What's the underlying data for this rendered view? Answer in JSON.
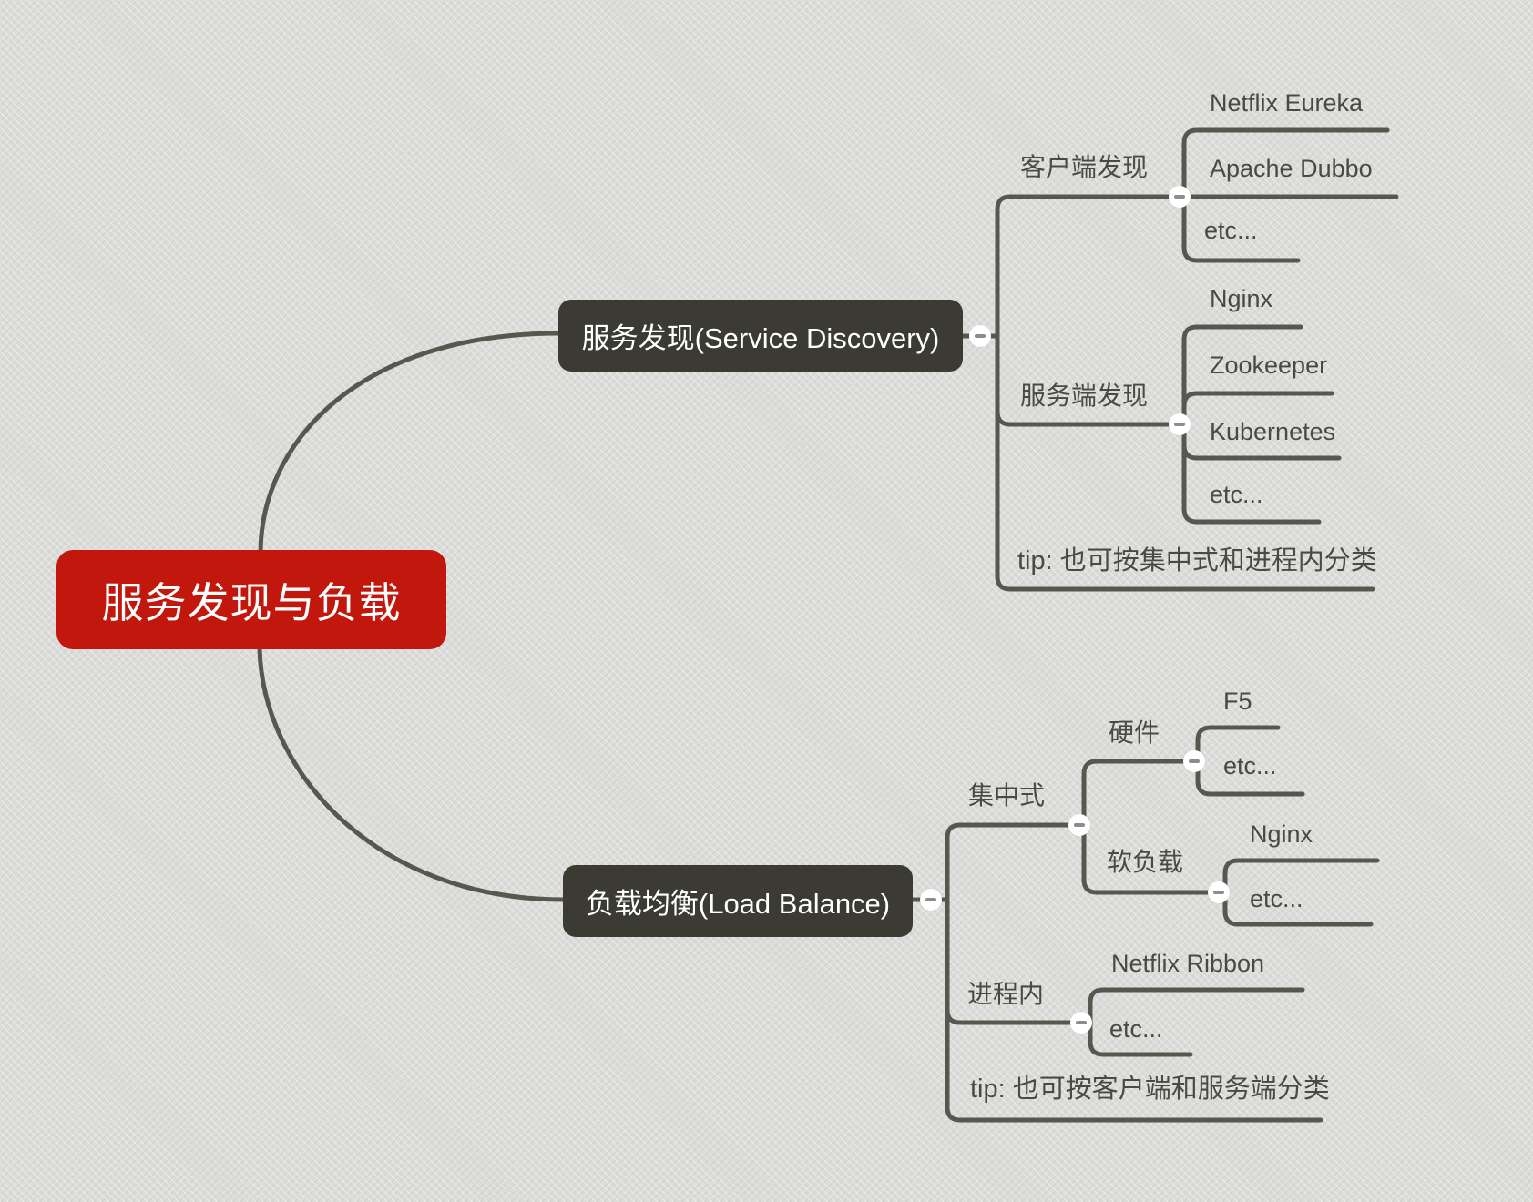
{
  "app": {
    "name": "mind-map-canvas"
  },
  "theme": {
    "background": "#dcdcda",
    "line_color": "#57574f",
    "label_color": "#4a4a44",
    "root_color": "#c2170d",
    "topic_color": "#3b3b34",
    "topic_text_color": "#ffffff",
    "collapse_icon_color": "#8d8d88"
  },
  "icons": {
    "collapse": "minus"
  },
  "root": {
    "label": "服务发现与负载"
  },
  "branches": [
    {
      "label": "服务发现(Service Discovery)",
      "children": [
        {
          "label": "客户端发现",
          "children": [
            {
              "label": "Netflix Eureka"
            },
            {
              "label": "Apache Dubbo"
            },
            {
              "label": "etc..."
            }
          ]
        },
        {
          "label": "服务端发现",
          "children": [
            {
              "label": "Nginx"
            },
            {
              "label": "Zookeeper"
            },
            {
              "label": "Kubernetes"
            },
            {
              "label": "etc..."
            }
          ]
        },
        {
          "label": "tip: 也可按集中式和进程内分类"
        }
      ]
    },
    {
      "label": "负载均衡(Load Balance)",
      "children": [
        {
          "label": "集中式",
          "children": [
            {
              "label": "硬件",
              "children": [
                {
                  "label": "F5"
                },
                {
                  "label": "etc..."
                }
              ]
            },
            {
              "label": "软负载",
              "children": [
                {
                  "label": "Nginx"
                },
                {
                  "label": "etc..."
                }
              ]
            }
          ]
        },
        {
          "label": "进程内",
          "children": [
            {
              "label": "Netflix Ribbon"
            },
            {
              "label": "etc..."
            }
          ]
        },
        {
          "label": "tip: 也可按客户端和服务端分类"
        }
      ]
    }
  ]
}
